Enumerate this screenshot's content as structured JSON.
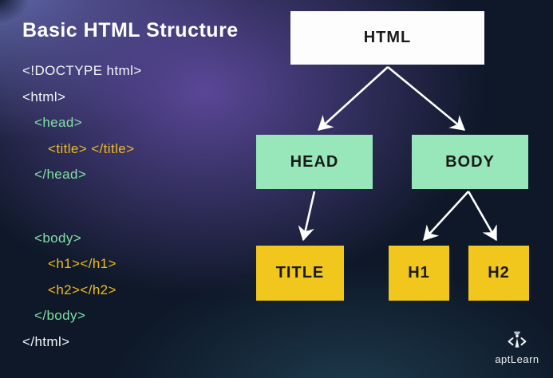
{
  "title": "Basic HTML Structure",
  "code": {
    "lines": [
      {
        "text": "<!DOCTYPE html>",
        "color": "white",
        "indent": 0
      },
      {
        "text": "<html>",
        "color": "white",
        "indent": 0
      },
      {
        "text": "<head>",
        "color": "green",
        "indent": 1
      },
      {
        "text": "<title> </title>",
        "color": "yellow",
        "indent": 2
      },
      {
        "text": "</head>",
        "color": "green",
        "indent": 1
      },
      {
        "text": "<body>",
        "color": "green",
        "indent": 1
      },
      {
        "text": "<h1></h1>",
        "color": "yellow",
        "indent": 2
      },
      {
        "text": "<h2></h2>",
        "color": "yellow",
        "indent": 2
      },
      {
        "text": "</body>",
        "color": "green",
        "indent": 1
      },
      {
        "text": "</html>",
        "color": "white",
        "indent": 0
      }
    ]
  },
  "diagram": {
    "nodes": [
      {
        "id": "html",
        "label": "HTML",
        "color": "white"
      },
      {
        "id": "head",
        "label": "HEAD",
        "color": "green"
      },
      {
        "id": "body",
        "label": "BODY",
        "color": "green"
      },
      {
        "id": "title",
        "label": "TITLE",
        "color": "yellow"
      },
      {
        "id": "h1",
        "label": "H1",
        "color": "yellow"
      },
      {
        "id": "h2",
        "label": "H2",
        "color": "yellow"
      }
    ],
    "edges": [
      {
        "from": "html",
        "to": "head"
      },
      {
        "from": "html",
        "to": "body"
      },
      {
        "from": "head",
        "to": "title"
      },
      {
        "from": "body",
        "to": "h1"
      },
      {
        "from": "body",
        "to": "h2"
      }
    ]
  },
  "logo": {
    "text": "aptLearn"
  },
  "colors": {
    "background_navy": "#0e1828",
    "background_purple": "#5a4798",
    "background_slate_blue": "#5e6ca8",
    "node_white": "#fdfdfd",
    "node_green": "#97e7ba",
    "node_yellow": "#f1c71d",
    "node_text": "#1a1a1a",
    "code_white": "#f4f6fb",
    "code_green": "#7fe2a5",
    "code_yellow": "#eebc1d",
    "arrow": "#ffffff"
  }
}
